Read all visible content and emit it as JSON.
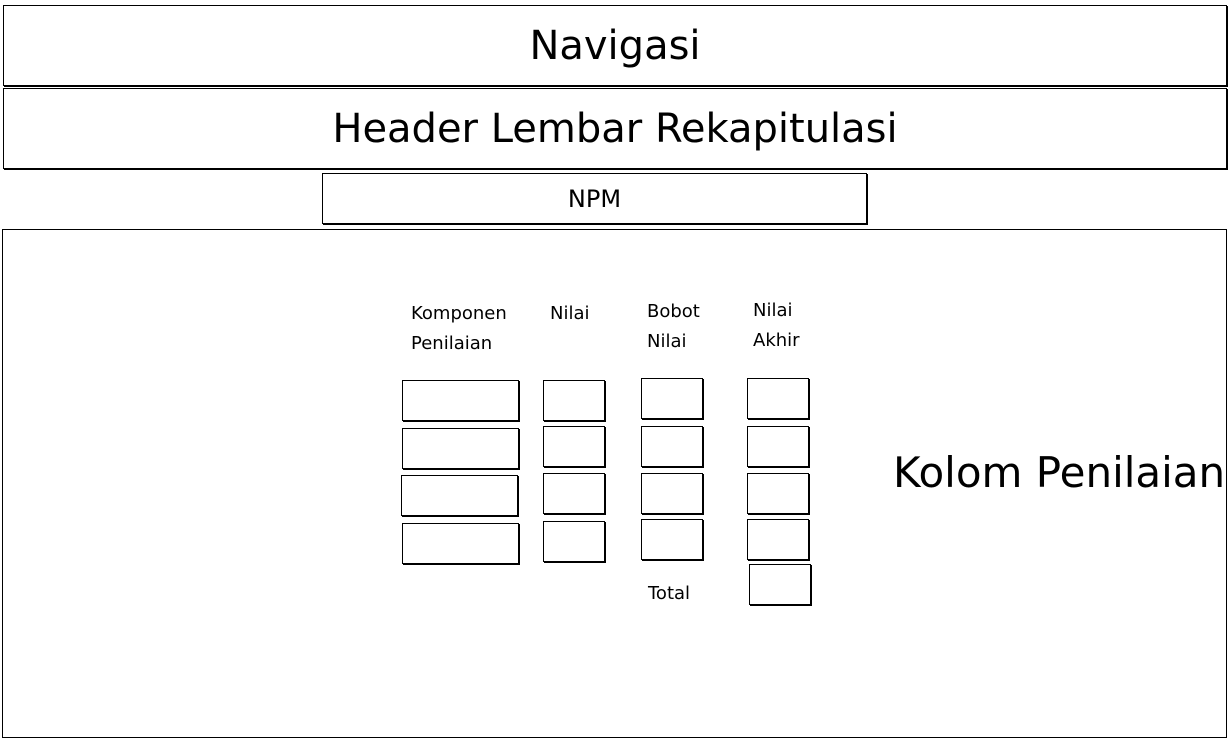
{
  "navigation": {
    "label": "Navigasi"
  },
  "header": {
    "label": "Header Lembar Rekapitulasi"
  },
  "npm_field": {
    "label": "NPM"
  },
  "assessment_panel": {
    "title": "Kolom Penilaian",
    "columns": [
      {
        "key": "komponen",
        "label": "Komponen\nPenilaian"
      },
      {
        "key": "nilai",
        "label": "Nilai"
      },
      {
        "key": "bobot",
        "label": "Bobot\nNilai"
      },
      {
        "key": "nilai_akhir",
        "label": "Nilai\nAkhir"
      }
    ],
    "rows": [
      {
        "komponen": "",
        "nilai": "",
        "bobot": "",
        "nilai_akhir": ""
      },
      {
        "komponen": "",
        "nilai": "",
        "bobot": "",
        "nilai_akhir": ""
      },
      {
        "komponen": "",
        "nilai": "",
        "bobot": "",
        "nilai_akhir": ""
      },
      {
        "komponen": "",
        "nilai": "",
        "bobot": "",
        "nilai_akhir": ""
      }
    ],
    "total_label": "Total",
    "total_value": ""
  }
}
